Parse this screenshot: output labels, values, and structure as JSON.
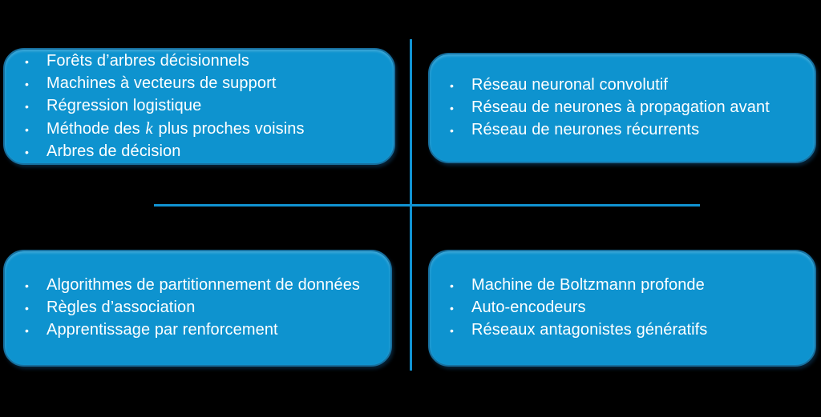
{
  "colors": {
    "background": "#000000",
    "box_fill": "#0e93cf",
    "box_border": "#176f9e",
    "divider_line": "#1193d2",
    "text": "#ffffff"
  },
  "icons": {
    "bullet": "•"
  },
  "quadrants": [
    {
      "id": "top-left",
      "items": [
        "Forêts d’arbres décisionnels",
        "Machines à vecteurs de support",
        "Régression logistique",
        [
          {
            "t": "Méthode des "
          },
          {
            "t": "k",
            "italic": true
          },
          {
            "t": " plus proches voisins"
          }
        ],
        "Arbres de décision"
      ]
    },
    {
      "id": "top-right",
      "items": [
        "Réseau neuronal convolutif",
        "Réseau de neurones à propagation avant",
        "Réseau de neurones récurrents"
      ]
    },
    {
      "id": "bottom-left",
      "items": [
        "Algorithmes de partitionnement de données",
        "Règles d’association",
        "Apprentissage par renforcement"
      ]
    },
    {
      "id": "bottom-right",
      "items": [
        "Machine de Boltzmann profonde",
        "Auto-encodeurs",
        "Réseaux antagonistes génératifs"
      ]
    }
  ]
}
